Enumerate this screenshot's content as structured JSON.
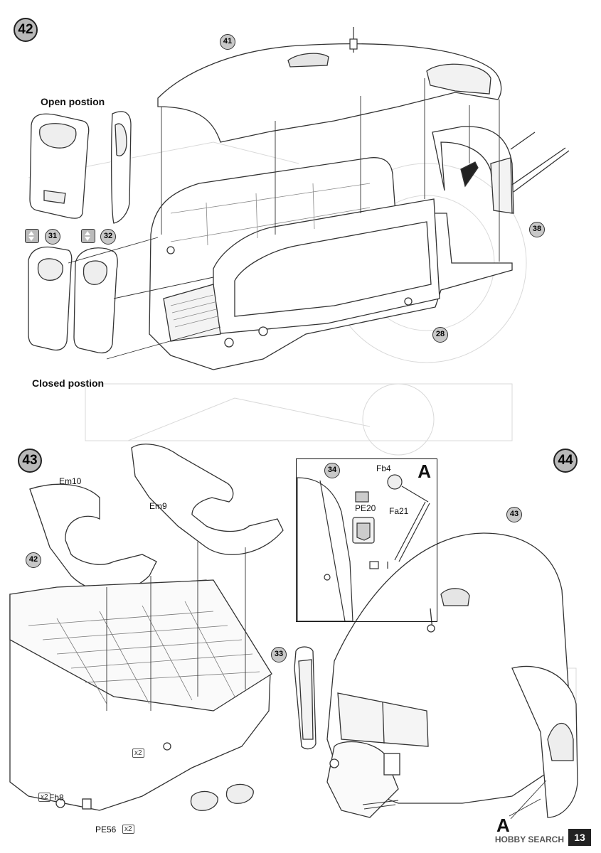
{
  "steps": {
    "s42": "42",
    "s43": "43",
    "s44": "44"
  },
  "parts": {
    "p41": "41",
    "p31": "31",
    "p32": "32",
    "p38": "38",
    "p28": "28",
    "p42": "42",
    "p34": "34",
    "p43": "43",
    "p33": "33"
  },
  "labels": {
    "open_position": "Open postion",
    "closed_position": "Closed postion",
    "em10": "Em10",
    "em9": "Em9",
    "fb4": "Fb4",
    "pe20": "PE20",
    "fa21": "Fa21",
    "fh8": "Fh8",
    "pe56": "PE56",
    "detail_a": "A",
    "callout_a": "A",
    "qty_x2_a": "x2",
    "qty_x2_b": "x2",
    "qty_x2_c": "x2"
  },
  "footer": {
    "page_number": "13",
    "watermark": "HOBBY SEARCH"
  },
  "colors": {
    "line": "#333333",
    "badge": "#b9b9b9",
    "ghost": "#d4d4d4"
  }
}
